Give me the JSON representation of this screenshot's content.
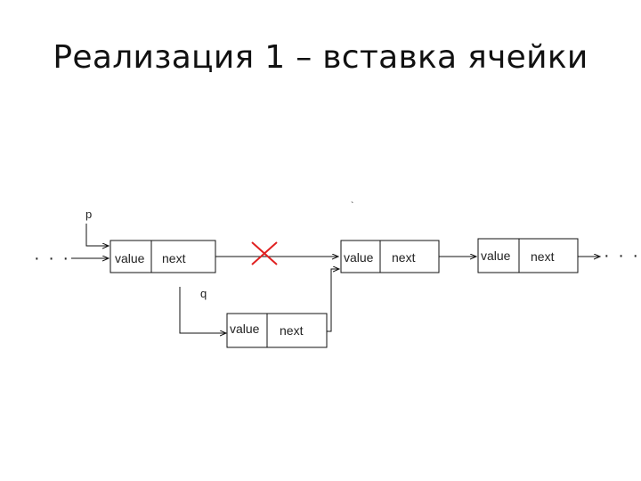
{
  "title": "Реализация 1 – вставка ячейки",
  "pointers": {
    "p": "p",
    "q": "q"
  },
  "ellipsis": "· · ·",
  "tick_mark": "`",
  "cells": [
    {
      "value": "value",
      "next": "next"
    },
    {
      "value": "value",
      "next": "next"
    },
    {
      "value": "value",
      "next": "next"
    },
    {
      "value": "value",
      "next": "next"
    }
  ],
  "colors": {
    "line": "#111111",
    "cross": "#e02020"
  }
}
